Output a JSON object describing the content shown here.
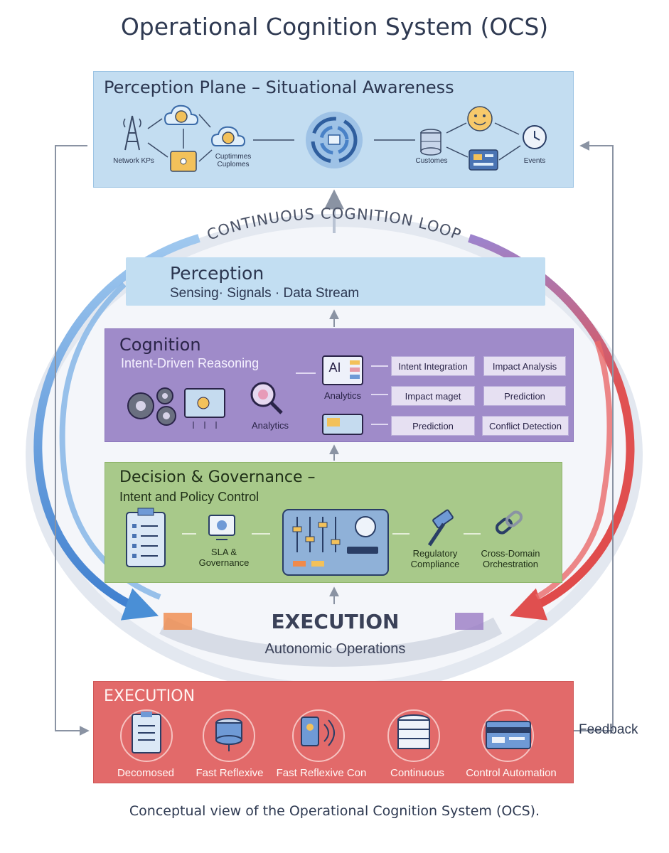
{
  "title": "Operational Cognition System (OCS)",
  "caption": "Conceptual view of the Operational Cognition System (OCS).",
  "loop_label": "CONTINUOUS COGNITION LOOP",
  "perception_plane": {
    "title": "Perception Plane – Situational Awareness",
    "labels": {
      "network": "Network KPs",
      "cloud": "Cuptimmes\nCuplomes",
      "customers": "Customes",
      "events": "Events"
    }
  },
  "perception": {
    "title": "Perception",
    "subtitle": "Sensing· Signals · Data Stream"
  },
  "cognition": {
    "title": "Cognition",
    "subtitle": "Intent-Driven Reasoning",
    "ai_label": "AI",
    "analytics_1": "Analytics",
    "analytics_2": "Analytics",
    "boxes": [
      "Intent Integration",
      "Impact Analysis",
      "Impact maget",
      "Prediction",
      "Prediction",
      "Conflict Detection"
    ]
  },
  "decision": {
    "title": "Decision & Governance –",
    "subtitle": "Intent and Policy Control",
    "sla": "SLA &\nGovernance",
    "regulatory": "Regulatory\nCompliance",
    "cross_domain": "Cross-Domain\nOrchestration"
  },
  "execution_band": {
    "title": "EXECUTION",
    "subtitle": "Autonomic Operations"
  },
  "execution": {
    "title": "EXECUTION",
    "items": [
      "Decomosed",
      "Fast Reflexive",
      "Fast Reflexive Con",
      "Continuous",
      "Control Automation"
    ]
  },
  "feedback": "Feedback",
  "colors": {
    "perception": "#c3ddf1",
    "cognition": "#9f8bc9",
    "decision": "#a8c98a",
    "execution": "#e26a6a",
    "loop_blue": "#4a8fd6",
    "loop_red": "#e04f4f",
    "loop_purple": "#9b7cc8"
  }
}
